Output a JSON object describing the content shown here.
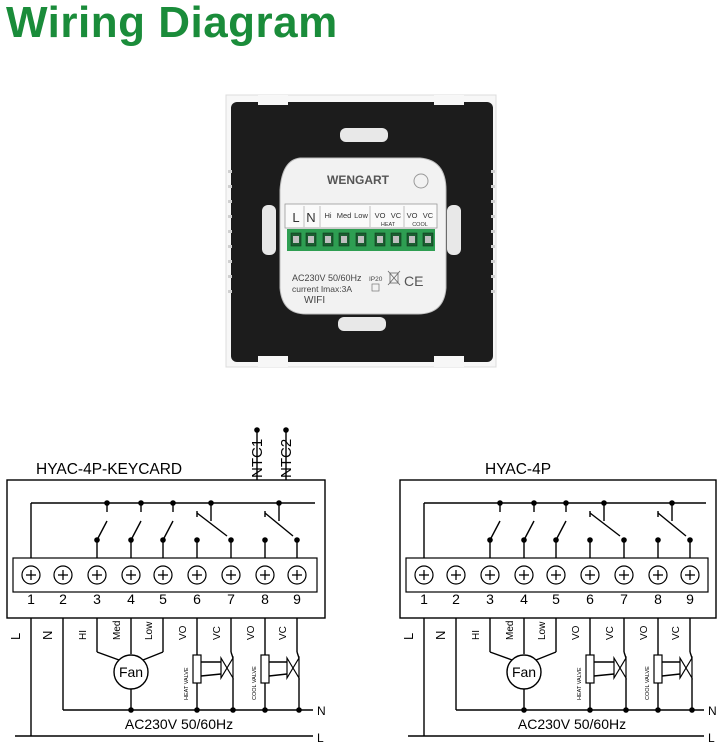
{
  "title": "Wiring Diagram",
  "colors": {
    "title": "#1a8c3a",
    "plate": "#1c1c1c",
    "terminal": "#2e9e52"
  },
  "device": {
    "brand": "WENGART",
    "terminal_labels": [
      "L",
      "N",
      "Hi",
      "Med",
      "Low",
      "VO",
      "VC",
      "VO",
      "VC"
    ],
    "group_heat": "HEAT",
    "group_cool": "COOL",
    "rating": "AC230V 50/60Hz",
    "ip": "IP20",
    "current": "current Imax:3A",
    "wifi": "WIFI",
    "ce": "CE"
  },
  "diagrams": [
    {
      "name": "HYAC-4P-KEYCARD",
      "extra_terminals": [
        "NTC1",
        "NTC2"
      ],
      "numbers": [
        "1",
        "2",
        "3",
        "4",
        "5",
        "6",
        "7",
        "8",
        "9"
      ],
      "wire_labels": [
        "L",
        "N",
        "HI",
        "Med",
        "Low",
        "VO",
        "VC",
        "VO",
        "VC"
      ],
      "fan": "Fan",
      "heat_valve": "HEAT VALVE",
      "cool_valve": "COOL VALVE",
      "supply": "AC230V 50/60Hz",
      "line_n": "N",
      "line_l": "L"
    },
    {
      "name": "HYAC-4P",
      "numbers": [
        "1",
        "2",
        "3",
        "4",
        "5",
        "6",
        "7",
        "8",
        "9"
      ],
      "wire_labels": [
        "L",
        "N",
        "HI",
        "Med",
        "Low",
        "VO",
        "VC",
        "VO",
        "VC"
      ],
      "fan": "Fan",
      "heat_valve": "HEAT VALVE",
      "cool_valve": "COOL VALVE",
      "supply": "AC230V 50/60Hz",
      "line_n": "N",
      "line_l": "L"
    }
  ]
}
